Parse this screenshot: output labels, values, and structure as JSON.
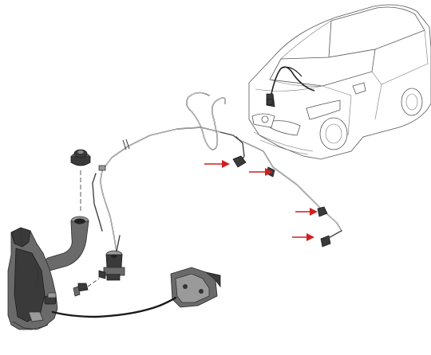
{
  "colors": {
    "arrow": "#d11f1f",
    "part_dark": "#3a3a3a",
    "part_mid": "#6a6a6a",
    "hose": "#444444",
    "background": "#ffffff"
  },
  "callouts": [
    {
      "id": "arrow-nozzle-1",
      "target": "bonnet-jet-left"
    },
    {
      "id": "arrow-nozzle-2",
      "target": "bonnet-jet-right"
    },
    {
      "id": "arrow-nozzle-3",
      "target": "headlamp-jet-left"
    },
    {
      "id": "arrow-nozzle-4",
      "target": "headlamp-jet-right"
    }
  ],
  "parts": [
    {
      "name": "washer-reservoir"
    },
    {
      "name": "filler-neck"
    },
    {
      "name": "filler-cap"
    },
    {
      "name": "washer-pump"
    },
    {
      "name": "mounting-bracket"
    },
    {
      "name": "hose-assembly"
    },
    {
      "name": "washer-jets"
    },
    {
      "name": "vehicle-outline"
    }
  ]
}
